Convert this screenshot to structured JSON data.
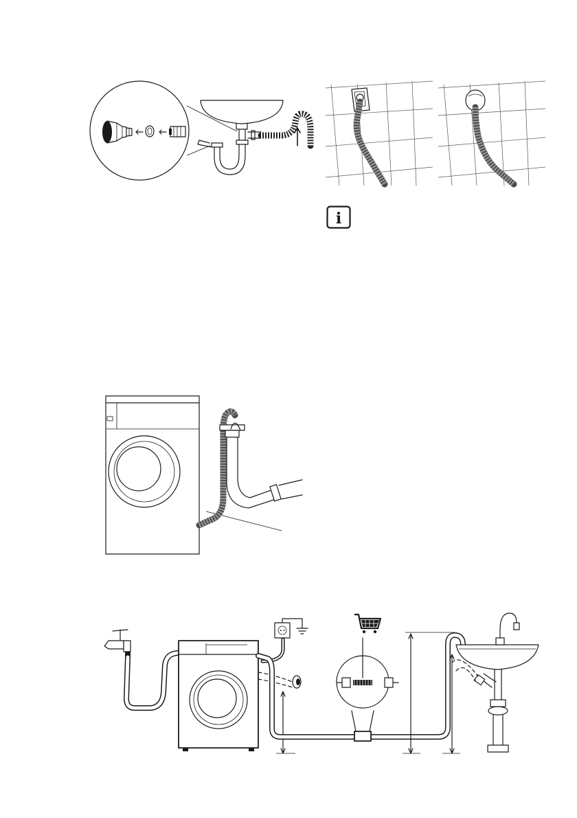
{
  "page": {
    "background": "#ffffff"
  },
  "figures": {
    "sink_siphon_connection": {
      "icon": "sink-siphon-hose-detail"
    },
    "wall_drain_square": {
      "icon": "wall-outlet-square-hose"
    },
    "wall_drain_round": {
      "icon": "wall-outlet-round-hose"
    },
    "info_note": {
      "icon": "info-icon",
      "glyph": "i"
    },
    "standpipe_drain": {
      "icon": "washer-standpipe-drain-hose"
    },
    "installation_overview": {
      "icon": "installation-overview-diagram",
      "parts": [
        "water-tap-icon",
        "inlet-hose",
        "washing-machine",
        "power-socket-icon",
        "earth-ground-icon",
        "drain-connector-icon",
        "shopping-cart-icon",
        "hose-extension-coupling",
        "sink-with-siphon"
      ]
    }
  },
  "colors": {
    "line": "#1a1a1a",
    "hose": "#4a4a4a",
    "grid": "#555555"
  }
}
